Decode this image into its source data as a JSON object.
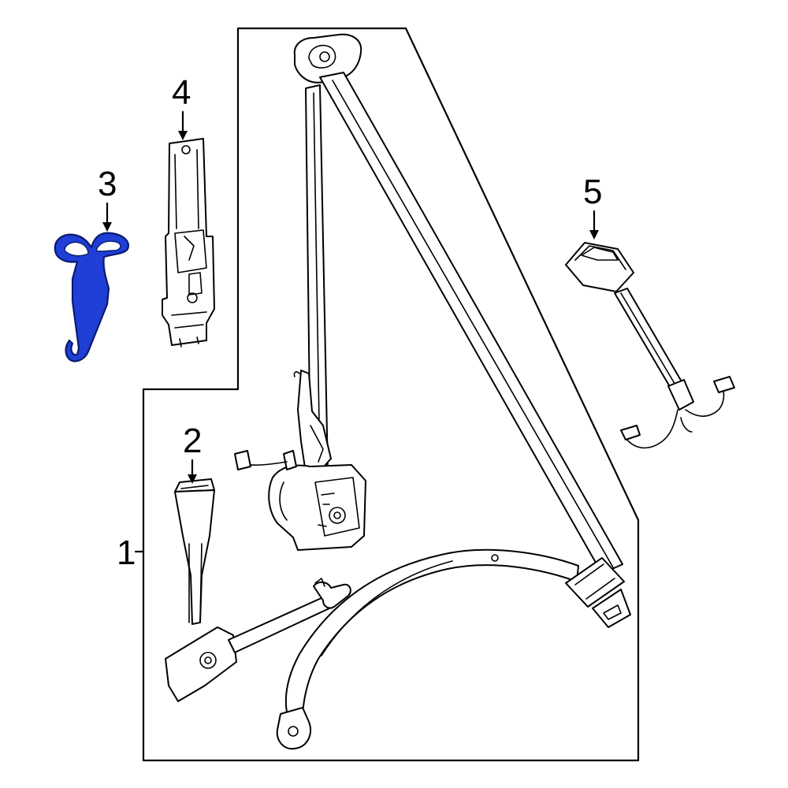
{
  "diagram": {
    "callouts": [
      {
        "id": "1",
        "label": "1"
      },
      {
        "id": "2",
        "label": "2"
      },
      {
        "id": "3",
        "label": "3"
      },
      {
        "id": "4",
        "label": "4"
      },
      {
        "id": "5",
        "label": "5"
      }
    ],
    "colors": {
      "highlight": "#1f3fd6",
      "line": "#000000",
      "background": "#ffffff"
    }
  }
}
